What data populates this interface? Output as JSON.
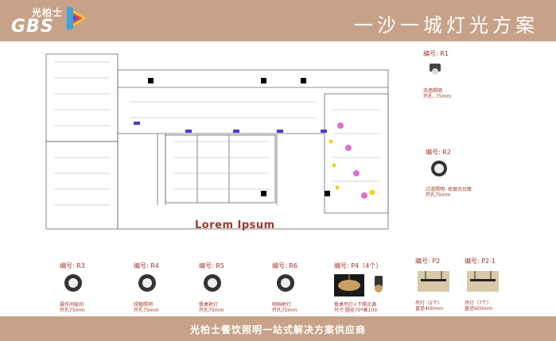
{
  "header": {
    "logo_cn": "光柏士",
    "logo_en": "GBS",
    "title": "一沙一城灯光方案"
  },
  "plan": {
    "label": "Lorem Ipsum"
  },
  "specs": {
    "r1": {
      "id": "编号: R1",
      "desc": "洗墙照明",
      "desc2": "开孔: 75mm"
    },
    "r2": {
      "id": "编号: R2",
      "desc": "过道照明· 收银台台面",
      "desc2": "开孔75mm"
    },
    "r3": {
      "id": "编号: R3",
      "desc": "操作间层间",
      "desc2": "开孔75mm"
    },
    "r4": {
      "id": "编号: R4",
      "desc": "绿植照明",
      "desc2": "开孔75mm"
    },
    "r5": {
      "id": "编号: R5",
      "desc": "餐桌射灯",
      "desc2": "开孔75mm"
    },
    "r6": {
      "id": "编号: R6",
      "desc": "明档射灯",
      "desc2": "开孔75mm"
    },
    "p4": {
      "id": "编号:  P4（4个）",
      "desc": "餐桌吊灯+下照光源",
      "desc2": "尺寸   圆径70*高100"
    },
    "p2": {
      "id": "编号:  P2",
      "desc": "吊灯（2个）",
      "desc2": "直径400mm"
    },
    "p21": {
      "id": "编号:  P2-1",
      "desc": "吊灯（7个）",
      "desc2": "直径600mm"
    }
  },
  "footer": {
    "text": "光柏士餐饮照明一站式解决方案供应商"
  },
  "colors": {
    "accent": "#c7a289",
    "label": "#a0362c"
  }
}
